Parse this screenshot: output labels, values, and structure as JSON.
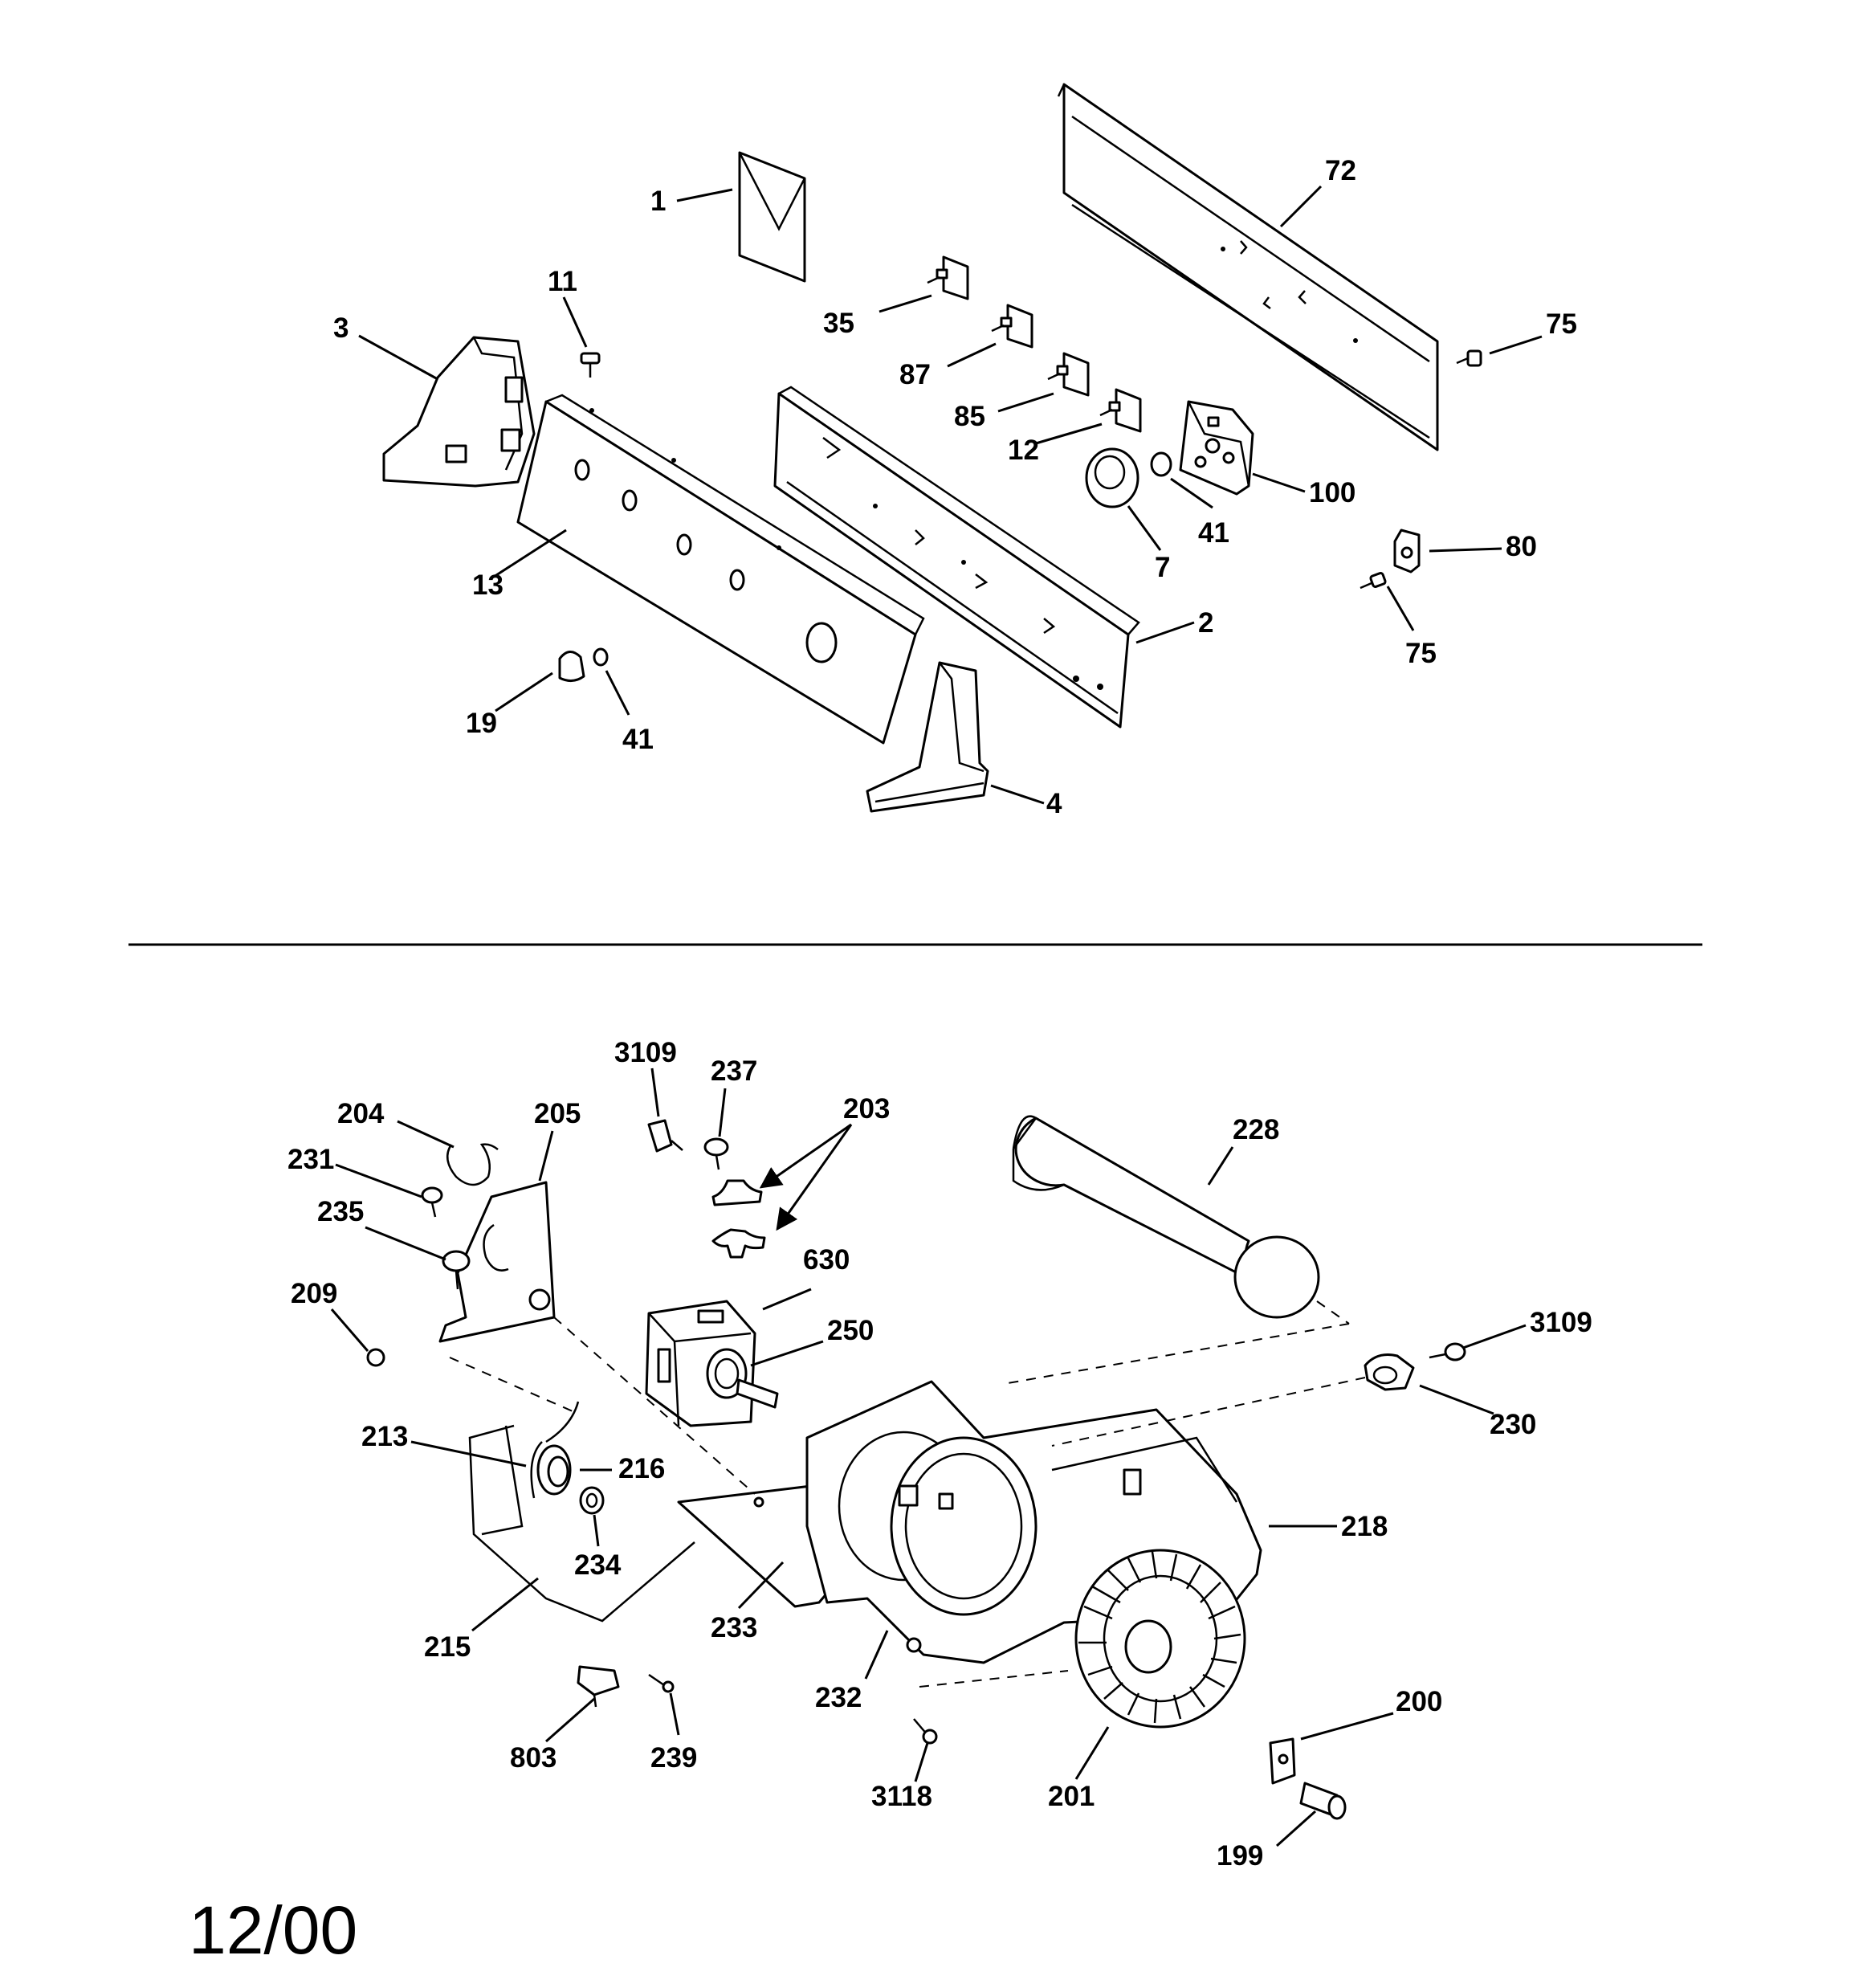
{
  "date_code": "12/00",
  "labels": {
    "p1": "1",
    "p72": "72",
    "p11": "11",
    "p3": "3",
    "p35": "35",
    "p75a": "75",
    "p87": "87",
    "p85": "85",
    "p12": "12",
    "p100": "100",
    "p41a": "41",
    "p7": "7",
    "p13": "13",
    "p80": "80",
    "p2": "2",
    "p75b": "75",
    "p19": "19",
    "p41b": "41",
    "p4": "4",
    "p3109a": "3109",
    "p237": "237",
    "p203": "203",
    "p228": "228",
    "p204": "204",
    "p205": "205",
    "p231": "231",
    "p235": "235",
    "p630": "630",
    "p209": "209",
    "p250": "250",
    "p3109b": "3109",
    "p230": "230",
    "p213": "213",
    "p216": "216",
    "p218": "218",
    "p234": "234",
    "p215": "215",
    "p233": "233",
    "p232": "232",
    "p200": "200",
    "p803": "803",
    "p239": "239",
    "p3118": "3118",
    "p201": "201",
    "p199": "199"
  }
}
